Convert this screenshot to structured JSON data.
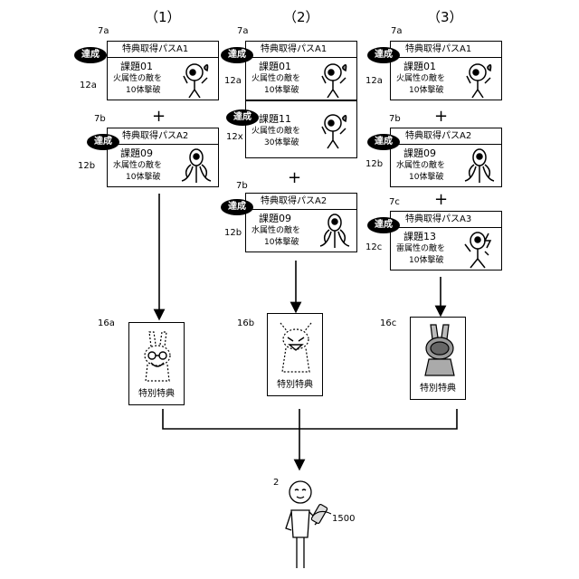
{
  "columns": [
    "（1）",
    "（2）",
    "（3）"
  ],
  "achieved": "達成",
  "passes": {
    "c1_a1": {
      "ref": "7a",
      "title": "特典取得パスA1",
      "task_ref": "12a",
      "task": "課題01",
      "cond": "火属性の敵を",
      "cond2": "10体撃破"
    },
    "c1_a2": {
      "ref": "7b",
      "title": "特典取得パスA2",
      "task_ref": "12b",
      "task": "課題09",
      "cond": "水属性の敵を",
      "cond2": "10体撃破"
    },
    "c2_a1": {
      "ref": "7a",
      "title": "特典取得パスA1",
      "task_ref": "12a",
      "task": "課題01",
      "cond": "火属性の敵を",
      "cond2": "10体撃破"
    },
    "c2_x": {
      "task_ref": "12x",
      "task": "課題11",
      "cond": "火属性の敵を",
      "cond2": "30体撃破"
    },
    "c2_a2": {
      "ref": "7b",
      "title": "特典取得パスA2",
      "task_ref": "12b",
      "task": "課題09",
      "cond": "水属性の敵を",
      "cond2": "10体撃破"
    },
    "c3_a1": {
      "ref": "7a",
      "title": "特典取得パスA1",
      "task_ref": "12a",
      "task": "課題01",
      "cond": "火属性の敵を",
      "cond2": "10体撃破"
    },
    "c3_a2": {
      "ref": "7b",
      "title": "特典取得パスA2",
      "task_ref": "12b",
      "task": "課題09",
      "cond": "水属性の敵を",
      "cond2": "10体撃破"
    },
    "c3_a3": {
      "ref": "7c",
      "title": "特典取得パスA3",
      "task_ref": "12c",
      "task": "課題13",
      "cond": "雷属性の敵を",
      "cond2": "10体撃破"
    }
  },
  "plus": "+",
  "rewards": [
    {
      "ref": "16a",
      "label": "特別特典"
    },
    {
      "ref": "16b",
      "label": "特別特典"
    },
    {
      "ref": "16c",
      "label": "特別特典"
    }
  ],
  "user_ref": "2",
  "device_ref": "1500"
}
